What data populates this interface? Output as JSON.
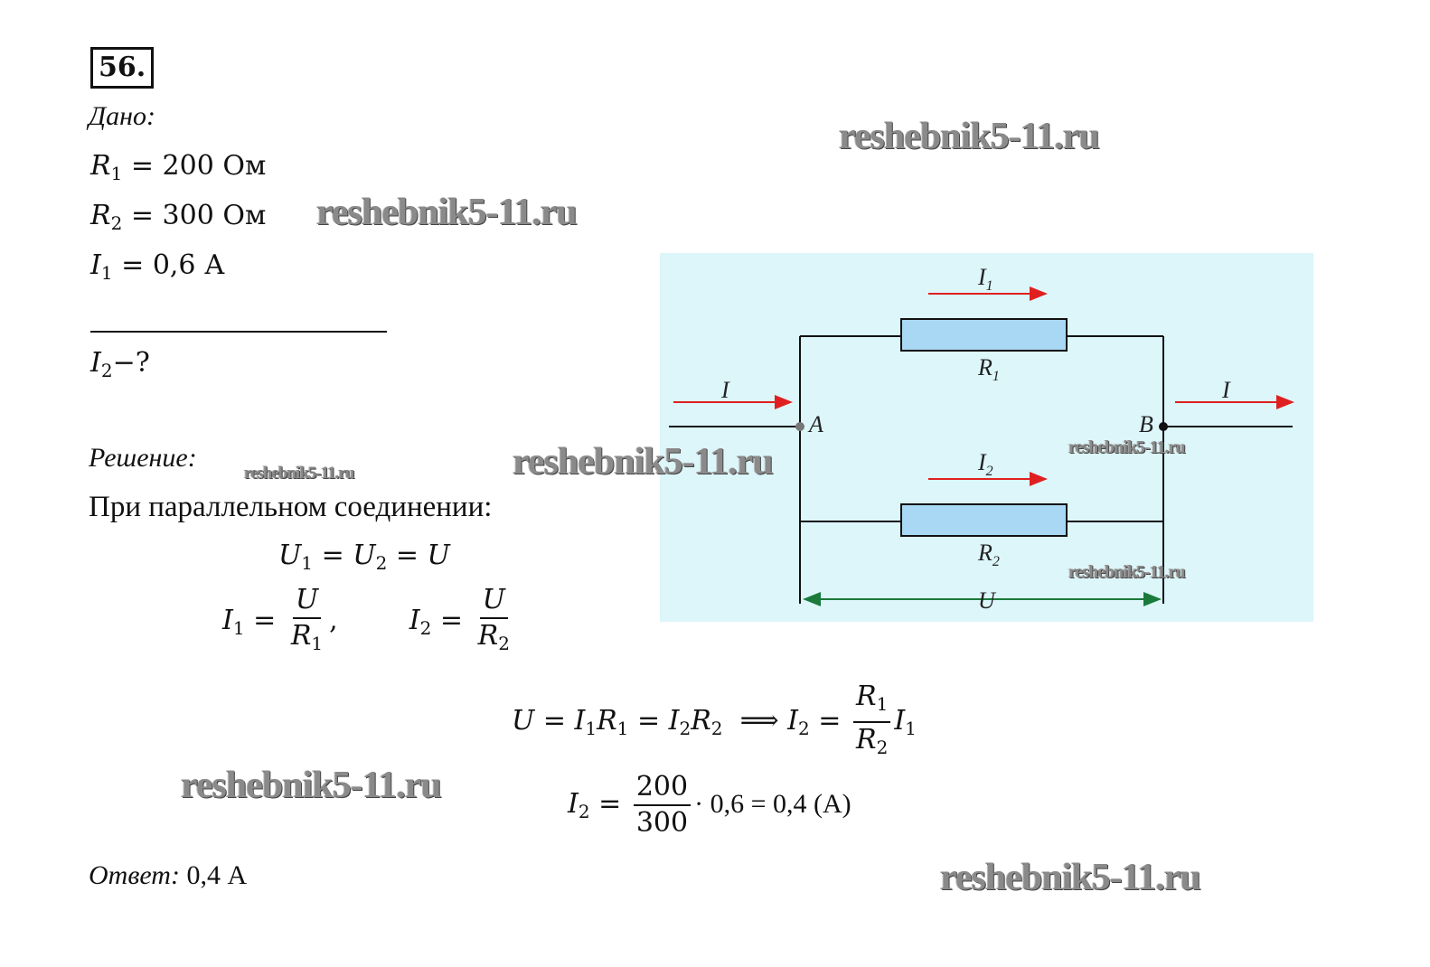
{
  "problem_number": "56.",
  "given": {
    "heading": "Дано:",
    "r1": {
      "sym": "R",
      "sub": "1",
      "value": "= 200 Ом"
    },
    "r2": {
      "sym": "R",
      "sub": "2",
      "value": "= 300 Ом"
    },
    "i1": {
      "sym": "I",
      "sub": "1",
      "value": "= 0,6 А"
    },
    "find": {
      "sym": "I",
      "sub": "2",
      "value": "−?"
    }
  },
  "solution": {
    "heading": "Решение:",
    "intro": "При параллельном соединении:",
    "eq1": {
      "u1": "U",
      "s1": "1",
      "eq": "=",
      "u2": "U",
      "s2": "2",
      "eq2": "= U"
    },
    "eq2": {
      "left": "I",
      "ls": "1",
      "num": "U",
      "den": "R",
      "dens": "1",
      "sep": ",",
      "left2": "I",
      "ls2": "2",
      "num2": "U",
      "den2": "R",
      "dens2": "2"
    },
    "eq3": {
      "text_a": "U = I",
      "a1": "1",
      "text_b": "R",
      "b1": "1",
      "text_c": " = I",
      "c1": "2",
      "text_d": "R",
      "d1": "2",
      "implies": "⟹ I",
      "e1": "2",
      "eq": "=",
      "num": "R",
      "nums": "1",
      "den": "R",
      "dens": "2",
      "tail": "I",
      "tails": "1"
    },
    "eq4": {
      "left": "I",
      "ls": "2",
      "eq": "=",
      "num": "200",
      "den": "300",
      "rest": "· 0,6 = 0,4 (А)"
    },
    "answer_label": "Ответ:",
    "answer_value": " 0,4 А"
  },
  "diagram": {
    "labels": {
      "i": "I",
      "i_out": "I",
      "i1": "I",
      "i1s": "1",
      "i2": "I",
      "i2s": "2",
      "r1": "R",
      "r1s": "1",
      "r2": "R",
      "r2s": "2",
      "a": "A",
      "b": "B",
      "u": "U"
    },
    "colors": {
      "background": "#dcf6fa",
      "resistor": "#a9d8f5",
      "current_arrow": "#e02020",
      "voltage_arrow": "#1a7a3a"
    }
  },
  "watermarks": [
    "reshebnik5-11.ru",
    "reshebnik5-11.ru",
    "reshebnik5-11.ru",
    "reshebnik5-11.ru",
    "reshebnik5-11.ru",
    "reshebnik5-11.ru",
    "reshebnik5-11.ru"
  ]
}
